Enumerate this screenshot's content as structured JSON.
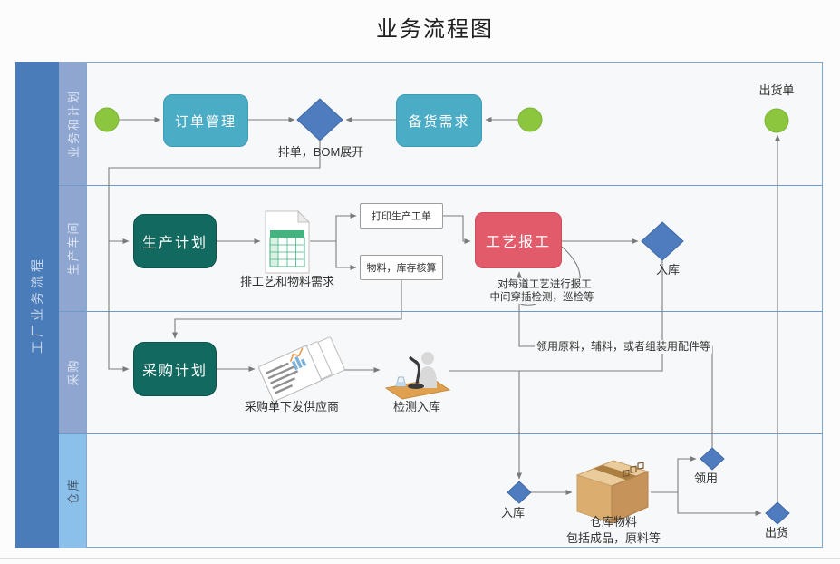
{
  "title": "业务流程图",
  "sidebar": {
    "label": "工厂业务流程"
  },
  "lanes": {
    "l1": "业务和计划",
    "l2": "生产车间",
    "l3": "采购",
    "l4": "仓库"
  },
  "nodes": {
    "order_mgmt": "订单管理",
    "stock_demand": "备货需求",
    "production_plan": "生产计划",
    "print_work_order": "打印生产工单",
    "material_check": "物料，库存核算",
    "process_report": "工艺报工",
    "purchase_plan": "采购计划"
  },
  "labels": {
    "bom": "排单，BOM展开",
    "shipping_order": "出货单",
    "schedule_materials": "排工艺和物料需求",
    "inbound_1": "入库",
    "loop_line1": "对每道工艺进行报工",
    "loop_line2": "中间穿插检测，巡检等",
    "purchase_to_supplier": "采购单下发供应商",
    "inspect_inbound": "检测入库",
    "requisition_note": "领用原料，辅料，或者组装用配件等",
    "inbound_2": "入库",
    "warehouse_goods_1": "仓库物料",
    "warehouse_goods_2": "包括成品，原料等",
    "requisition": "领用",
    "outbound": "出货"
  },
  "icons": {
    "start": "green-circle",
    "decision": "blue-diamond",
    "spreadsheet": "excel-table",
    "purchase_docs": "documents-stack",
    "inspection": "microscope-person",
    "warehouse_box": "cardboard-box"
  },
  "colors": {
    "start_green": "#8cc63f",
    "process_teal": "#4bacc6",
    "plan_dark_teal": "#12695f",
    "report_red": "#e25b6b",
    "decision_blue": "#4e7cbf",
    "sidebar_blue": "#4a7cba",
    "lane_header_blue": "#8ea6d0",
    "warehouse_header_blue": "#8bc0ea",
    "connector_gray": "#7d7d7d"
  }
}
